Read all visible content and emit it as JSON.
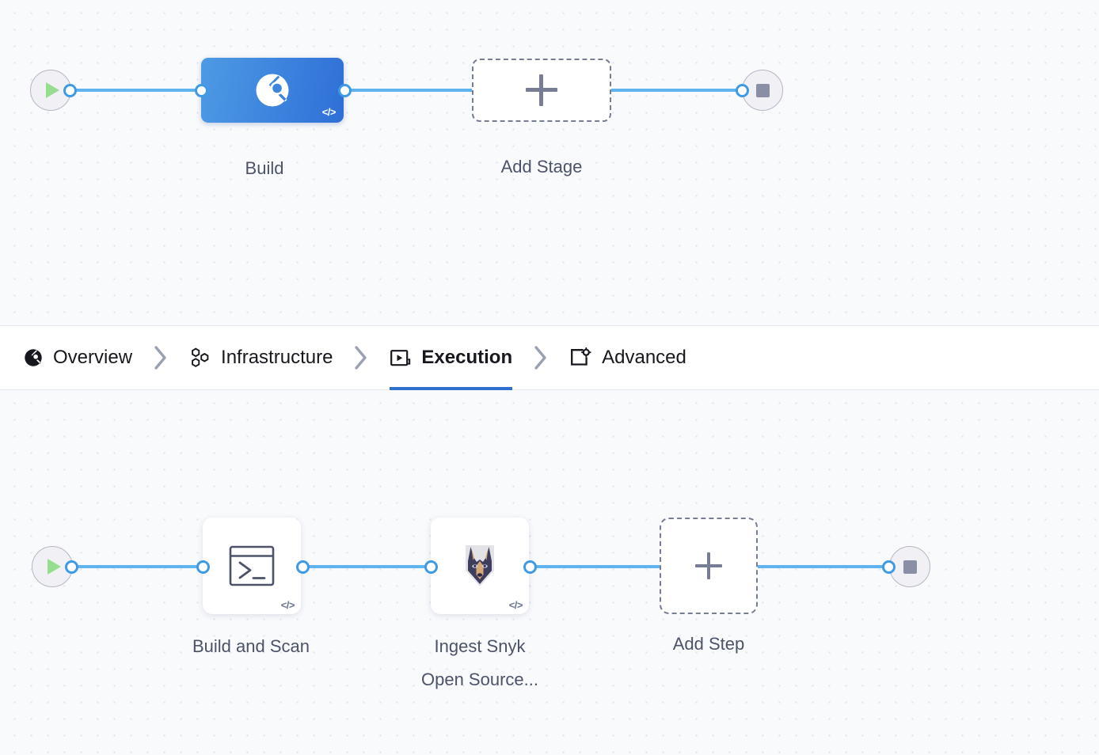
{
  "stage_row": {
    "start_node": {
      "icon": "play-icon",
      "name": "pipeline-start"
    },
    "end_node": {
      "icon": "stop-icon",
      "name": "pipeline-end"
    },
    "stage": {
      "label": "Build",
      "icon": "build-ci-icon",
      "code_badge": "</>",
      "accent": "#3d84de"
    },
    "add_stage": {
      "label": "Add Stage",
      "icon": "plus-icon"
    }
  },
  "tabs": {
    "items": [
      {
        "label": "Overview",
        "icon": "build-overview-icon",
        "active": false
      },
      {
        "label": "Infrastructure",
        "icon": "hexagons-icon",
        "active": false
      },
      {
        "label": "Execution",
        "icon": "play-square-icon",
        "active": true
      },
      {
        "label": "Advanced",
        "icon": "gear-square-icon",
        "active": false
      }
    ],
    "separator_icon": "chevron-right-icon",
    "active_underline_color": "#2f6fd0"
  },
  "step_row": {
    "start_node": {
      "icon": "play-icon",
      "name": "execution-start"
    },
    "end_node": {
      "icon": "stop-icon",
      "name": "execution-end"
    },
    "steps": [
      {
        "label": "Build and Scan",
        "label_line2": "",
        "icon": "terminal-icon",
        "code_badge": "</>"
      },
      {
        "label": "Ingest Snyk",
        "label_line2": "Open Source...",
        "icon": "snyk-doberman-icon",
        "code_badge": "</>"
      }
    ],
    "add_step": {
      "label": "Add Step",
      "icon": "plus-icon"
    }
  },
  "theme": {
    "wire_color": "#5fb3ee",
    "connector_ring": "#3f9ae5",
    "canvas_bg": "#f9fafc",
    "dot_color": "#dfe3ec",
    "label_color": "#4c5369"
  }
}
